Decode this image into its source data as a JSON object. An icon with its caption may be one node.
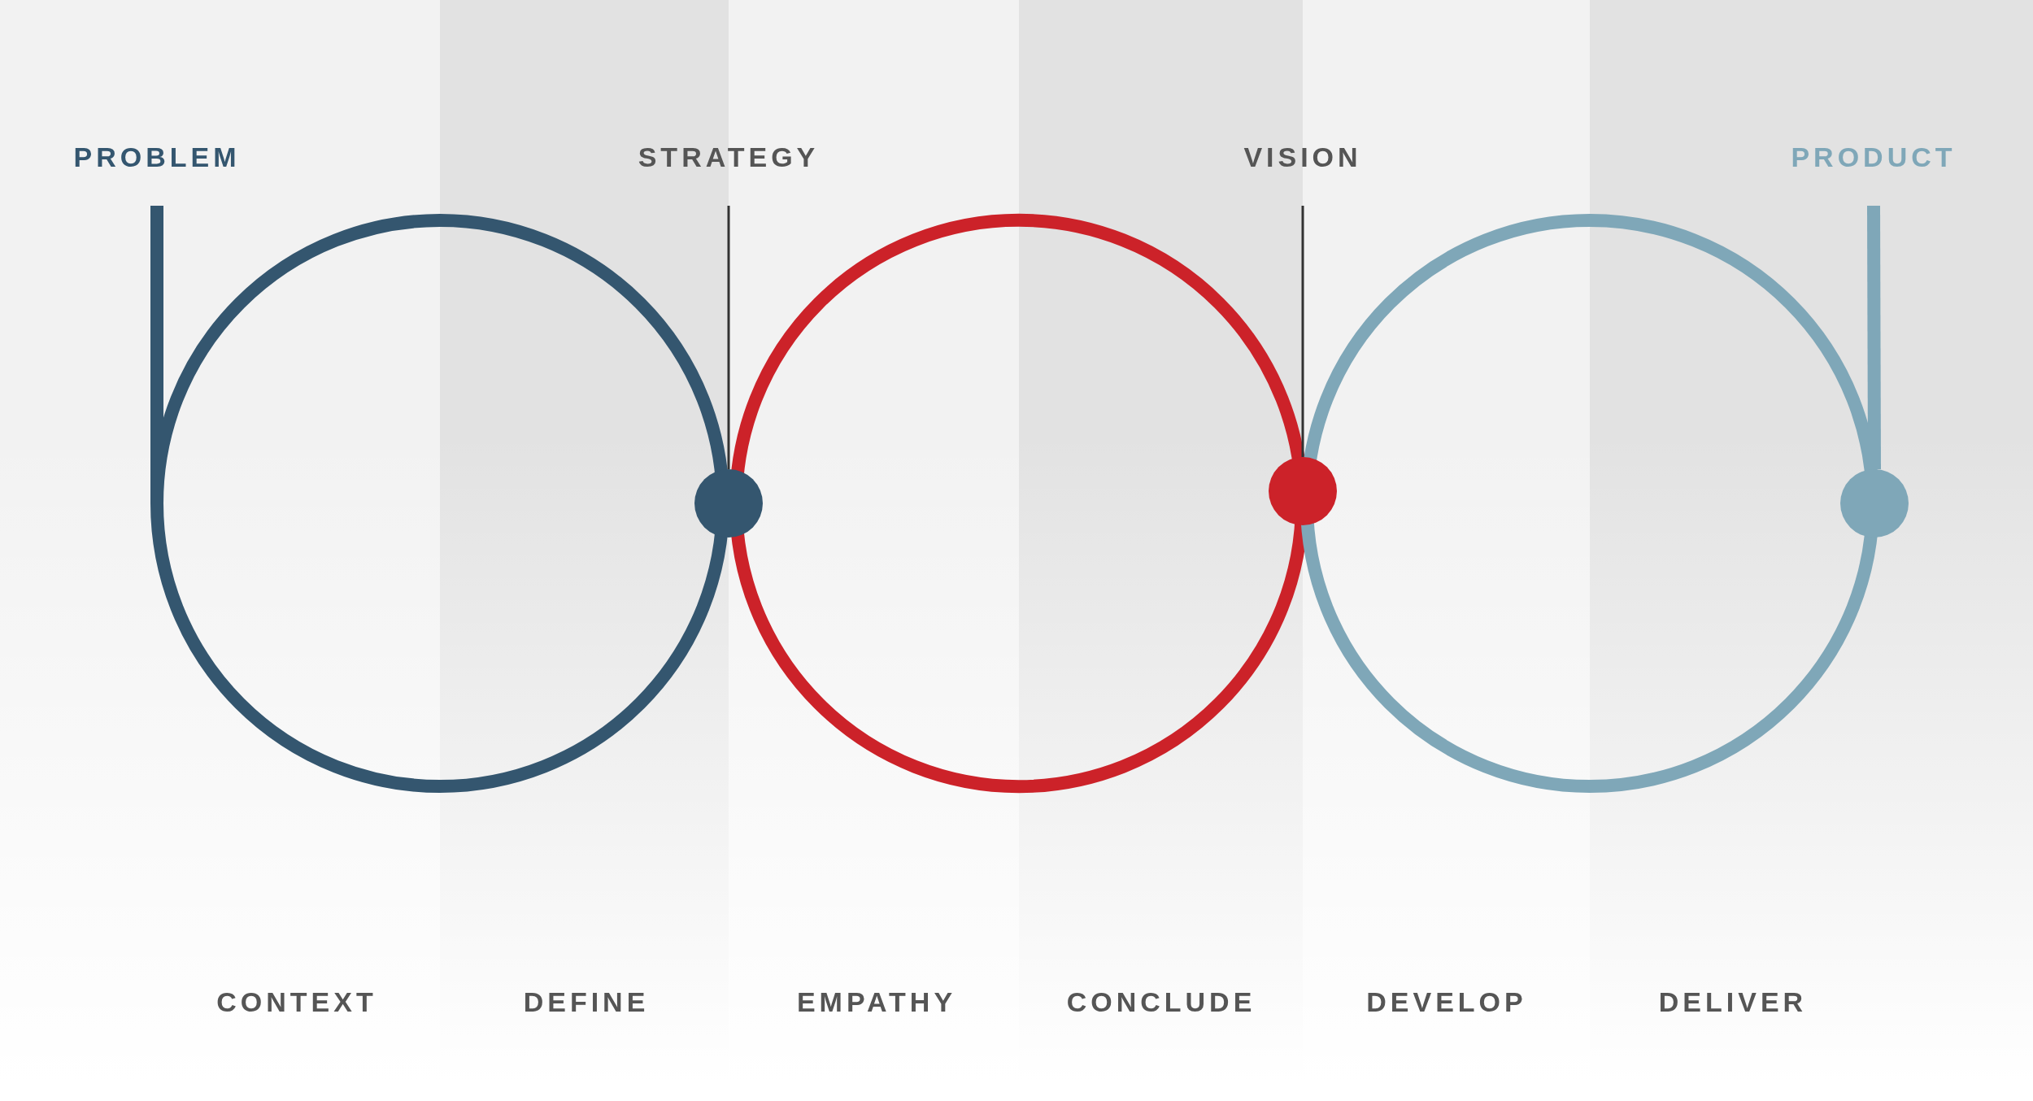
{
  "diagram": {
    "nodes": [
      {
        "text": [
          "PROBLEM"
        ]
      },
      {
        "text": [
          "STRATEGY"
        ]
      },
      {
        "text": [
          "VISION"
        ]
      },
      {
        "text": [
          "PRODUCT"
        ]
      },
      {
        "text": [],
        "shape": "circle"
      },
      {
        "text": [],
        "shape": "circle"
      },
      {
        "text": [],
        "shape": "circle"
      }
    ],
    "edges": [
      {
        "from": 1,
        "to": 4,
        "arrow": "none"
      },
      {
        "from": 2,
        "to": 5,
        "arrow": "none"
      },
      {
        "from": 3,
        "to": 6,
        "arrow": "none",
        "style": "thick",
        "color": "#7fa7b8"
      }
    ],
    "labels": [
      "CONTEXT",
      "DEFINE",
      "EMPATHY",
      "CONCLUDE",
      "DEVELOP",
      "DELIVER"
    ]
  }
}
